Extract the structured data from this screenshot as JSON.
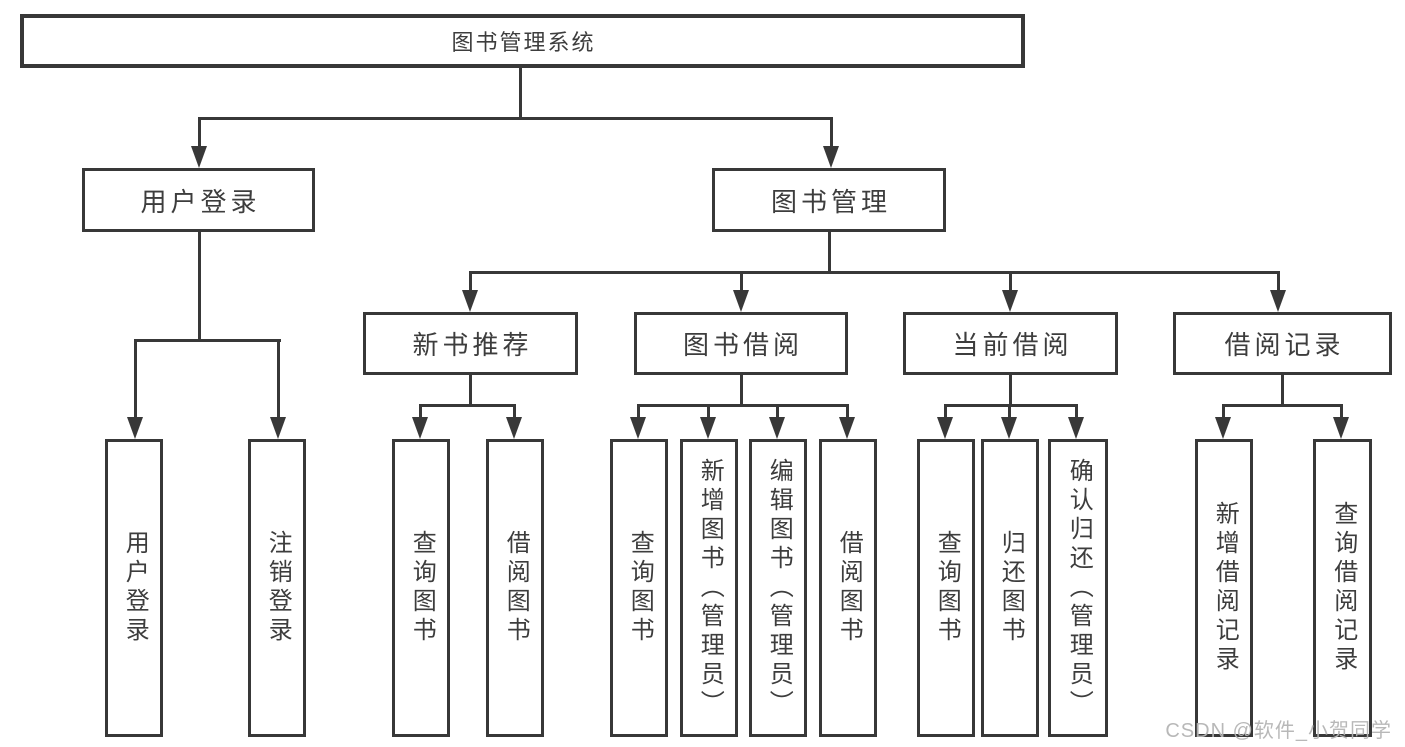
{
  "nodes": {
    "root": "图书管理系统",
    "level2": [
      "用户登录",
      "图书管理"
    ],
    "level3": [
      "新书推荐",
      "图书借阅",
      "当前借阅",
      "借阅记录"
    ],
    "leaves_user_login": [
      "用户登录",
      "注销登录"
    ],
    "leaves_new_book": [
      "查询图书",
      "借阅图书"
    ],
    "leaves_book_borrow": [
      "查询图书",
      "新增图书（管理员）",
      "编辑图书（管理员）",
      "借阅图书"
    ],
    "leaves_current_borrow": [
      "查询图书",
      "归还图书",
      "确认归还（管理员）"
    ],
    "leaves_borrow_record": [
      "新增借阅记录",
      "查询借阅记录"
    ]
  },
  "watermark": "CSDN @软件_小贺同学",
  "colors": {
    "line": "#383838",
    "text": "#3d3d3d",
    "watermark": "#b5b5b5",
    "background": "#ffffff"
  }
}
